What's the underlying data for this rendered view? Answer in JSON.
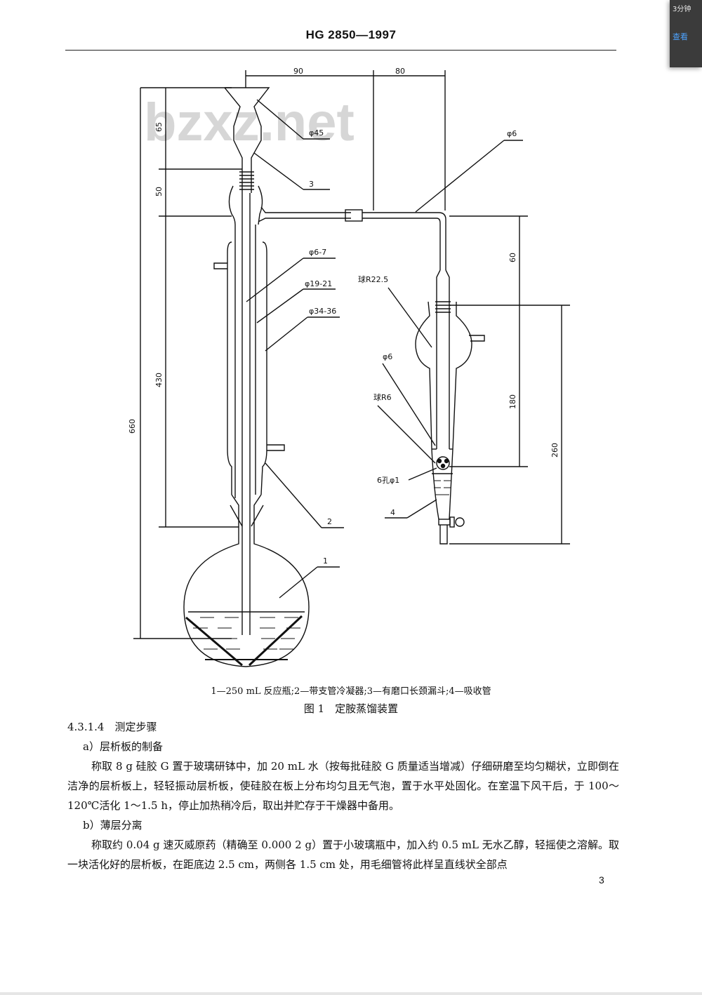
{
  "header": {
    "doc_code": "HG 2850—1997"
  },
  "overlay": {
    "line1": "3分钟",
    "line2": "查看"
  },
  "figure": {
    "watermark": "bzxz.net",
    "dimensions": {
      "top_90": "90",
      "top_80": "80",
      "h65": "65",
      "h50": "50",
      "h430": "430",
      "h660": "660",
      "h60": "60",
      "h180": "180",
      "h260": "260"
    },
    "labels": {
      "phi45": "φ45",
      "num3": "3",
      "phi6_top": "φ6",
      "phi6_7": "φ6-7",
      "phi19_21": "φ19-21",
      "phi34_36": "φ34-36",
      "num2": "2",
      "num1": "1",
      "ball_r225": "球R22.5",
      "phi6_mid": "φ6",
      "ball_r6": "球R6",
      "holes": "6孔φ1",
      "num4": "4"
    }
  },
  "caption": {
    "legend": "1—250 mL 反应瓶;2—带支管冷凝器;3—有磨口长颈漏斗;4—吸收管",
    "title": "图 1　定胺蒸馏装置"
  },
  "content": {
    "section_heading": "4.3.1.4　测定步骤",
    "sub_a": "a）层析板的制备",
    "para_a": "称取 8 g 硅胶 G 置于玻璃研钵中，加 20 mL 水（按每批硅胶 G 质量适当增减）仔细研磨至均匀糊状，立即倒在洁净的层析板上，轻轻振动层析板，使硅胶在板上分布均匀且无气泡，置于水平处固化。在室温下风干后，于 100～120℃活化 1～1.5 h，停止加热稍冷后，取出并贮存于干燥器中备用。",
    "sub_b": "b）薄层分离",
    "para_b": "称取约 0.04 g 速灭威原药（精确至 0.000 2 g）置于小玻璃瓶中，加入约 0.5 mL 无水乙醇，轻摇使之溶解。取一块活化好的层析板，在距底边 2.5 cm，两侧各 1.5 cm 处，用毛细管将此样呈直线状全部点"
  },
  "page_number": "3"
}
